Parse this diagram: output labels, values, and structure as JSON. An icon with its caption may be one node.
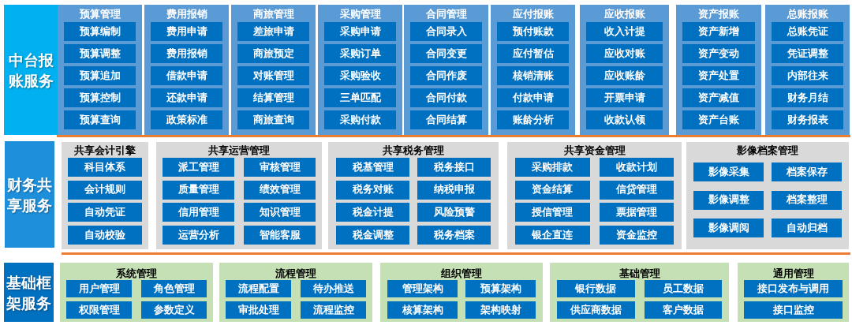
{
  "diagram": {
    "nodes": [
      {
        "text": [
          "中台报账服务"
        ]
      },
      {
        "text": [
          "预算管理"
        ]
      },
      {
        "text": [
          "预算编制"
        ],
        "in": 1
      },
      {
        "text": [
          "预算调整"
        ],
        "in": 1
      },
      {
        "text": [
          "预算追加"
        ],
        "in": 1
      },
      {
        "text": [
          "预算控制"
        ],
        "in": 1
      },
      {
        "text": [
          "预算查询"
        ],
        "in": 1
      },
      {
        "text": [
          "费用报销"
        ]
      },
      {
        "text": [
          "费用申请"
        ],
        "in": 7
      },
      {
        "text": [
          "费用报销"
        ],
        "in": 7
      },
      {
        "text": [
          "借款申请"
        ],
        "in": 7
      },
      {
        "text": [
          "还款申请"
        ],
        "in": 7
      },
      {
        "text": [
          "政策标准"
        ],
        "in": 7
      },
      {
        "text": [
          "商旅管理"
        ]
      },
      {
        "text": [
          "差旅申请"
        ],
        "in": 13
      },
      {
        "text": [
          "商旅预定"
        ],
        "in": 13
      },
      {
        "text": [
          "对账管理"
        ],
        "in": 13
      },
      {
        "text": [
          "结算管理"
        ],
        "in": 13
      },
      {
        "text": [
          "商旅查询"
        ],
        "in": 13
      },
      {
        "text": [
          "采购管理"
        ]
      },
      {
        "text": [
          "采购申请"
        ],
        "in": 19
      },
      {
        "text": [
          "采购订单"
        ],
        "in": 19
      },
      {
        "text": [
          "采购验收"
        ],
        "in": 19
      },
      {
        "text": [
          "三单匹配"
        ],
        "in": 19
      },
      {
        "text": [
          "采购付款"
        ],
        "in": 19
      },
      {
        "text": [
          "合同管理"
        ]
      },
      {
        "text": [
          "合同录入"
        ],
        "in": 25
      },
      {
        "text": [
          "合同变更"
        ],
        "in": 25
      },
      {
        "text": [
          "合同作废"
        ],
        "in": 25
      },
      {
        "text": [
          "合同付款"
        ],
        "in": 25
      },
      {
        "text": [
          "合同结算"
        ],
        "in": 25
      },
      {
        "text": [
          "应付报账"
        ]
      },
      {
        "text": [
          "预付账款"
        ],
        "in": 31
      },
      {
        "text": [
          "应付暂估"
        ],
        "in": 31
      },
      {
        "text": [
          "核销清账"
        ],
        "in": 31
      },
      {
        "text": [
          "付款申请"
        ],
        "in": 31
      },
      {
        "text": [
          "账龄分析"
        ],
        "in": 31
      },
      {
        "text": [
          "应收报账"
        ]
      },
      {
        "text": [
          "收入计提"
        ],
        "in": 37
      },
      {
        "text": [
          "应收对账"
        ],
        "in": 37
      },
      {
        "text": [
          "应收账龄"
        ],
        "in": 37
      },
      {
        "text": [
          "开票申请"
        ],
        "in": 37
      },
      {
        "text": [
          "收款认领"
        ],
        "in": 37
      },
      {
        "text": [
          "资产报账"
        ]
      },
      {
        "text": [
          "资产新增"
        ],
        "in": 43
      },
      {
        "text": [
          "资产变动"
        ],
        "in": 43
      },
      {
        "text": [
          "资产处置"
        ],
        "in": 43
      },
      {
        "text": [
          "资产减值"
        ],
        "in": 43
      },
      {
        "text": [
          "资产台账"
        ],
        "in": 43
      },
      {
        "text": [
          "总账报账"
        ]
      },
      {
        "text": [
          "总账凭证"
        ],
        "in": 49
      },
      {
        "text": [
          "凭证调整"
        ],
        "in": 49
      },
      {
        "text": [
          "内部往来"
        ],
        "in": 49
      },
      {
        "text": [
          "财务月结"
        ],
        "in": 49
      },
      {
        "text": [
          "财务报表"
        ],
        "in": 49
      },
      {
        "text": [
          "财务共享服务"
        ]
      },
      {
        "text": [
          "共享会计引擎"
        ]
      },
      {
        "text": [
          "科目体系"
        ],
        "in": 56
      },
      {
        "text": [
          "会计规则"
        ],
        "in": 56
      },
      {
        "text": [
          "自动凭证"
        ],
        "in": 56
      },
      {
        "text": [
          "自动校验"
        ],
        "in": 56
      },
      {
        "text": [
          "共享运营管理"
        ]
      },
      {
        "text": [
          "派工管理"
        ],
        "in": 61
      },
      {
        "text": [
          "审核管理"
        ],
        "in": 61
      },
      {
        "text": [
          "质量管理"
        ],
        "in": 61
      },
      {
        "text": [
          "绩效管理"
        ],
        "in": 61
      },
      {
        "text": [
          "信用管理"
        ],
        "in": 61
      },
      {
        "text": [
          "知识管理"
        ],
        "in": 61
      },
      {
        "text": [
          "运营分析"
        ],
        "in": 61
      },
      {
        "text": [
          "智能客服"
        ],
        "in": 61
      },
      {
        "text": [
          "共享税务管理"
        ]
      },
      {
        "text": [
          "税基管理"
        ],
        "in": 70
      },
      {
        "text": [
          "税务接口"
        ],
        "in": 70
      },
      {
        "text": [
          "税务对账"
        ],
        "in": 70
      },
      {
        "text": [
          "纳税申报"
        ],
        "in": 70
      },
      {
        "text": [
          "税金计提"
        ],
        "in": 70
      },
      {
        "text": [
          "风险预警"
        ],
        "in": 70
      },
      {
        "text": [
          "税金调整"
        ],
        "in": 70
      },
      {
        "text": [
          "税务档案"
        ],
        "in": 70
      },
      {
        "text": [
          "共享资金管理"
        ]
      },
      {
        "text": [
          "采购排款"
        ],
        "in": 79
      },
      {
        "text": [
          "收款计划"
        ],
        "in": 79
      },
      {
        "text": [
          "资金结算"
        ],
        "in": 79
      },
      {
        "text": [
          "信贷管理"
        ],
        "in": 79
      },
      {
        "text": [
          "授信管理"
        ],
        "in": 79
      },
      {
        "text": [
          "票据管理"
        ],
        "in": 79
      },
      {
        "text": [
          "银企直连"
        ],
        "in": 79
      },
      {
        "text": [
          "资金监控"
        ],
        "in": 79
      },
      {
        "text": [
          "影像档案管理"
        ]
      },
      {
        "text": [
          "影像采集"
        ],
        "in": 88
      },
      {
        "text": [
          "档案保存"
        ],
        "in": 88
      },
      {
        "text": [
          "影像调整"
        ],
        "in": 88
      },
      {
        "text": [
          "档案整理"
        ],
        "in": 88
      },
      {
        "text": [
          "影像调阅"
        ],
        "in": 88
      },
      {
        "text": [
          "自动归档"
        ],
        "in": 88
      },
      {
        "text": [
          "基础框架服务"
        ]
      },
      {
        "text": [
          "系统管理"
        ]
      },
      {
        "text": [
          "用户管理"
        ],
        "in": 96
      },
      {
        "text": [
          "角色管理"
        ],
        "in": 96
      },
      {
        "text": [
          "权限管理"
        ],
        "in": 96
      },
      {
        "text": [
          "参数定义"
        ],
        "in": 96
      },
      {
        "text": [
          "流程管理"
        ]
      },
      {
        "text": [
          "流程配置"
        ],
        "in": 101
      },
      {
        "text": [
          "待办推送"
        ],
        "in": 101
      },
      {
        "text": [
          "审批处理"
        ],
        "in": 101
      },
      {
        "text": [
          "流程监控"
        ],
        "in": 101
      },
      {
        "text": [
          "组织管理"
        ]
      },
      {
        "text": [
          "管理架构"
        ],
        "in": 106
      },
      {
        "text": [
          "预算架构"
        ],
        "in": 106
      },
      {
        "text": [
          "核算架构"
        ],
        "in": 106
      },
      {
        "text": [
          "架构映射"
        ],
        "in": 106
      },
      {
        "text": [
          "基础管理"
        ]
      },
      {
        "text": [
          "银行数据"
        ],
        "in": 111
      },
      {
        "text": [
          "员工数据"
        ],
        "in": 111
      },
      {
        "text": [
          "供应商数据"
        ],
        "in": 111
      },
      {
        "text": [
          "客户数据"
        ],
        "in": 111
      },
      {
        "text": [
          "通用管理"
        ]
      },
      {
        "text": [
          "接口发布与调用"
        ],
        "in": 116
      },
      {
        "text": [
          "接口监控"
        ],
        "in": 116
      }
    ]
  }
}
